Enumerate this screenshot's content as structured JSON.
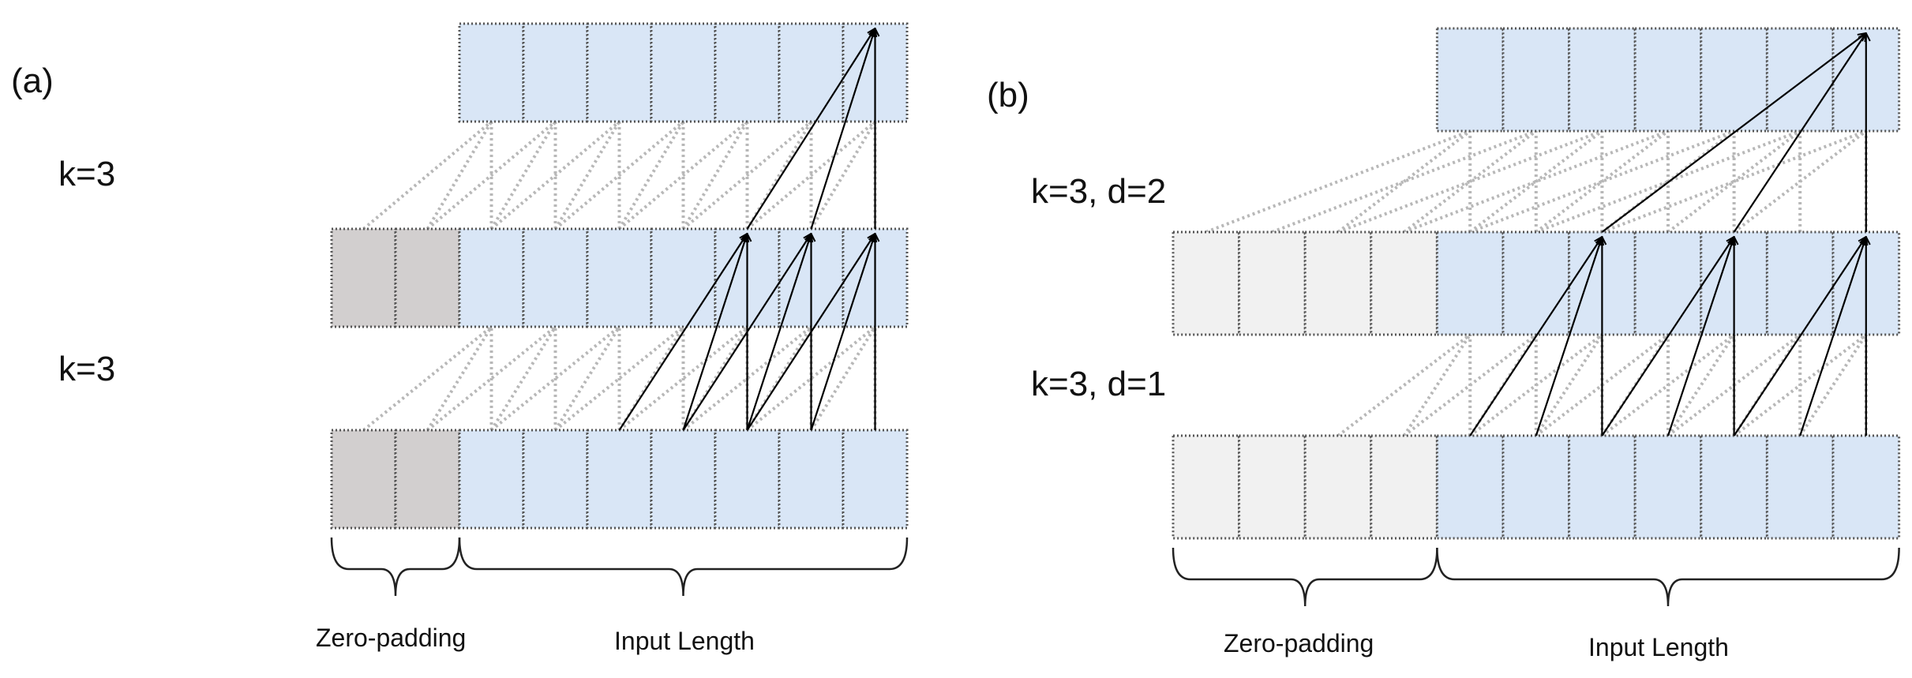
{
  "panels": [
    {
      "id": "a",
      "label": "(a)",
      "layer_labels": [
        "k=3",
        "k=3"
      ],
      "zero_padding_label": "Zero-padding",
      "input_length_label": "Input Length",
      "padding_cells": 2,
      "input_cells": 7
    },
    {
      "id": "b",
      "label": "(b)",
      "layer_labels": [
        "k=3, d=2",
        "k=3, d=1"
      ],
      "zero_padding_label": "Zero-padding",
      "input_length_label": "Input Length",
      "padding_cells": 4,
      "input_cells": 7
    }
  ],
  "colors": {
    "input_cell": "#d9e6f6",
    "padding_cell_a": "#d2cfcf",
    "padding_cell_b": "#f1f1f1",
    "cell_border": "#555555",
    "dotted_connection": "#b8b8b8",
    "active_arrow": "#000000"
  }
}
